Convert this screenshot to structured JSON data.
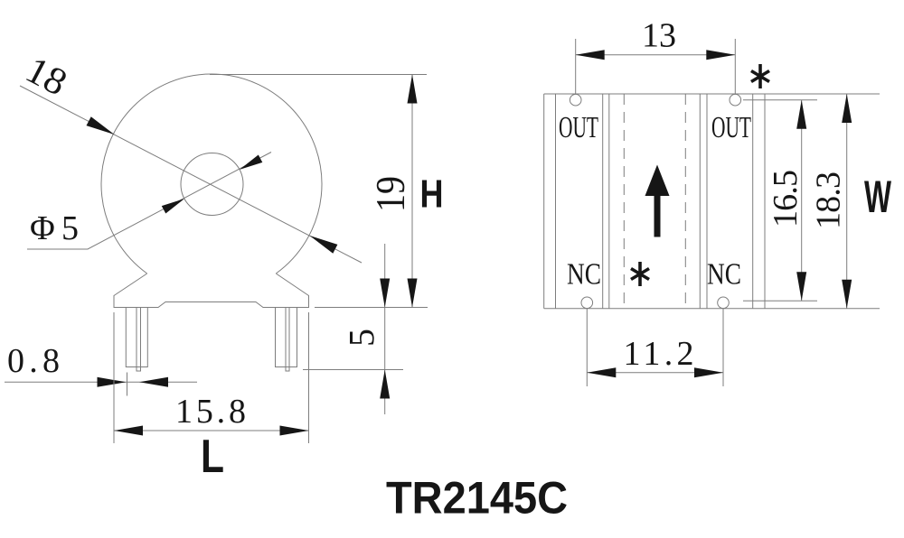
{
  "title": "TR2145C",
  "colors": {
    "line": "#7d7d7d",
    "ink": "#161616"
  },
  "front_view": {
    "outer_diameter": "18",
    "hole_diameter": "Φ5",
    "height_value": "19",
    "height_symbol": "H",
    "pin_protrusion": "5",
    "pin_thickness": "0.8",
    "base_width": "15.8",
    "length_symbol": "L"
  },
  "top_view": {
    "pin_labels": {
      "top_left": "OUT",
      "top_right": "OUT",
      "bottom_left": "NC",
      "bottom_right": "NC"
    },
    "top_pin_pitch": "13",
    "bottom_pin_pitch": "11.2",
    "pin_row_span": "16.5",
    "body_width": "18.3",
    "width_symbol": "W",
    "polarity_mark_corner": "*",
    "polarity_mark_inner": "*"
  }
}
